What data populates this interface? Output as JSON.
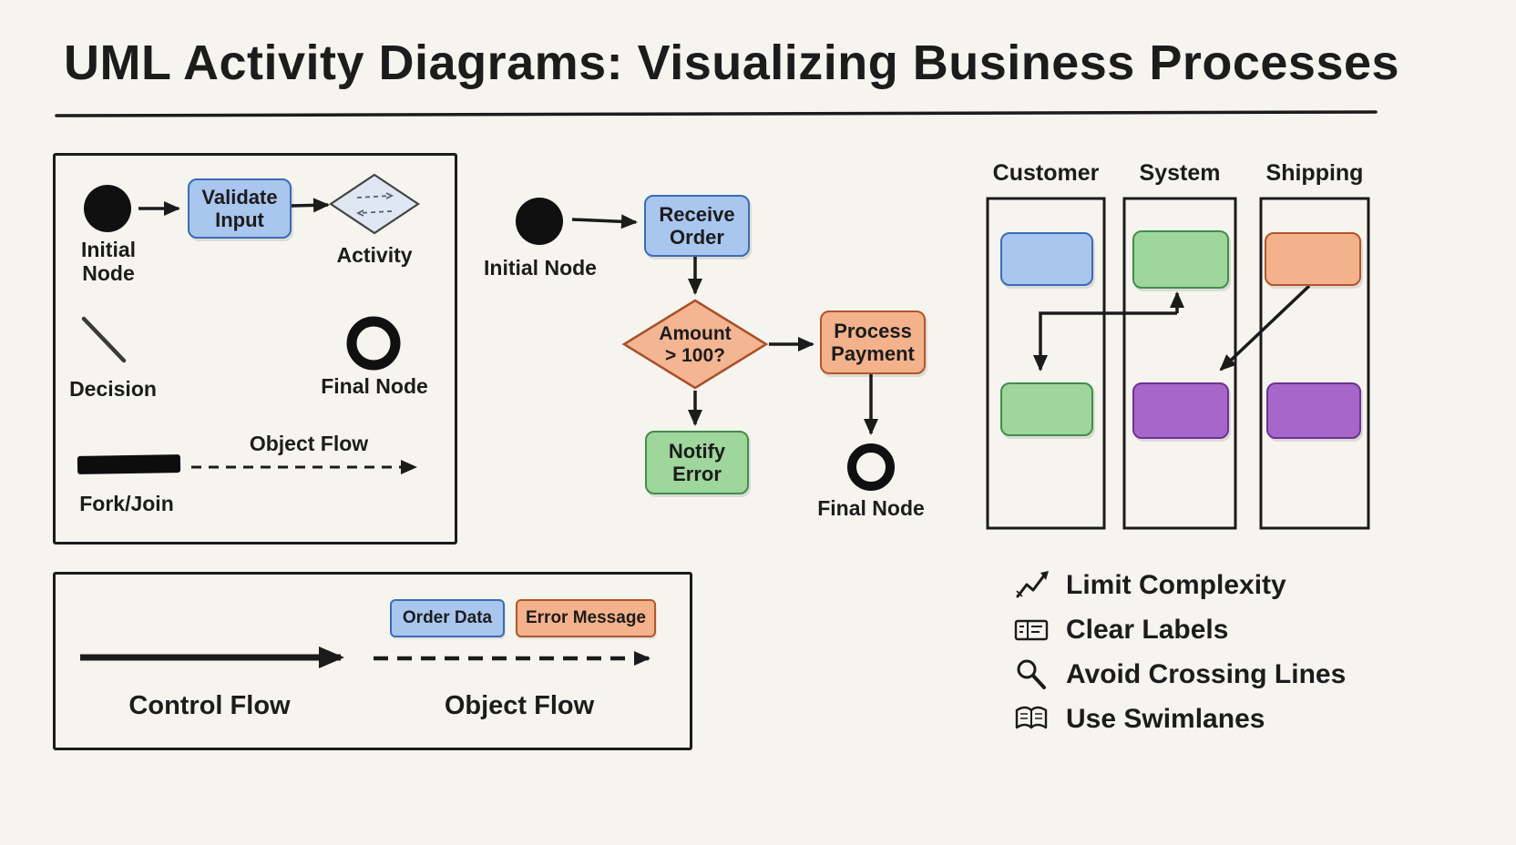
{
  "title": "UML Activity Diagrams: Visualizing Business Processes",
  "colors": {
    "background": "#f6f4ee",
    "ink": "#1c1c1c",
    "blue_fill": "#a9c6ef",
    "blue_border": "#3b6cb5",
    "green_fill": "#9ed69b",
    "green_border": "#3f8f4a",
    "orange_fill": "#f4b28c",
    "orange_border": "#b2562a",
    "purple_fill": "#a766c9",
    "purple_border": "#6d3397",
    "activity_diamond_fill": "#dfe7f2"
  },
  "legend": {
    "initial_node_label": "Initial Node",
    "validate_input": "Validate Input",
    "activity_label": "Activity",
    "decision_label": "Decision",
    "final_node_label": "Final Node",
    "fork_join_label": "Fork/Join",
    "object_flow_label": "Object Flow"
  },
  "example": {
    "initial_node_label": "Initial Node",
    "receive_order": "Receive Order",
    "decision": "Amount > 100?",
    "process_payment": "Process Payment",
    "notify_error": "Notify Error",
    "final_node_label": "Final Node"
  },
  "swimlanes": {
    "lanes": [
      {
        "name": "Customer"
      },
      {
        "name": "System"
      },
      {
        "name": "Shipping"
      }
    ]
  },
  "flows": {
    "control_flow_label": "Control Flow",
    "object_flow_label": "Object Flow",
    "order_data": "Order Data",
    "error_message": "Error Message"
  },
  "tips": [
    {
      "label": "Limit Complexity"
    },
    {
      "label": "Clear Labels"
    },
    {
      "label": "Avoid Crossing Lines"
    },
    {
      "label": "Use Swimlanes"
    }
  ]
}
